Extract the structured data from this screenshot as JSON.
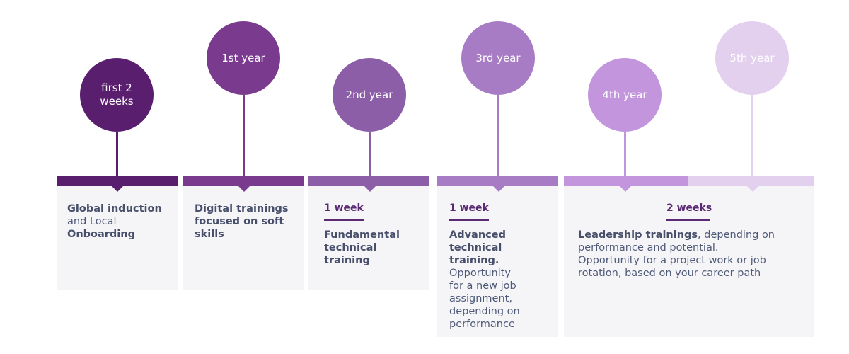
{
  "milestones": [
    {
      "label": "first 2\nweeks",
      "color": "#5a1e6e"
    },
    {
      "label": "1st year",
      "color": "#7a3a8e"
    },
    {
      "label": "2nd year",
      "color": "#8c5ea8"
    },
    {
      "label": "3rd year",
      "color": "#a77cc5"
    },
    {
      "label": "4th year",
      "color": "#c295dc"
    },
    {
      "label": "5th year",
      "color": "#e3d0ef"
    }
  ],
  "cards": {
    "c1": {
      "bold1": "Global induction",
      "normal": "and Local",
      "bold2": "Onboarding"
    },
    "c2": {
      "bold": "Digital trainings focused on soft skills"
    },
    "c3": {
      "duration": "1 week",
      "bold": "Fundamental technical training"
    },
    "c4": {
      "duration": "1 week",
      "bold": "Advanced technical training.",
      "normal": "Opportunity for a new job assignment, depending on performance"
    },
    "c5": {
      "duration": "2 weeks",
      "bold": "Leadership trainings",
      "normal": ", depending on performance and potential. Opportunity for a project work or job rotation, based on your career path"
    }
  }
}
